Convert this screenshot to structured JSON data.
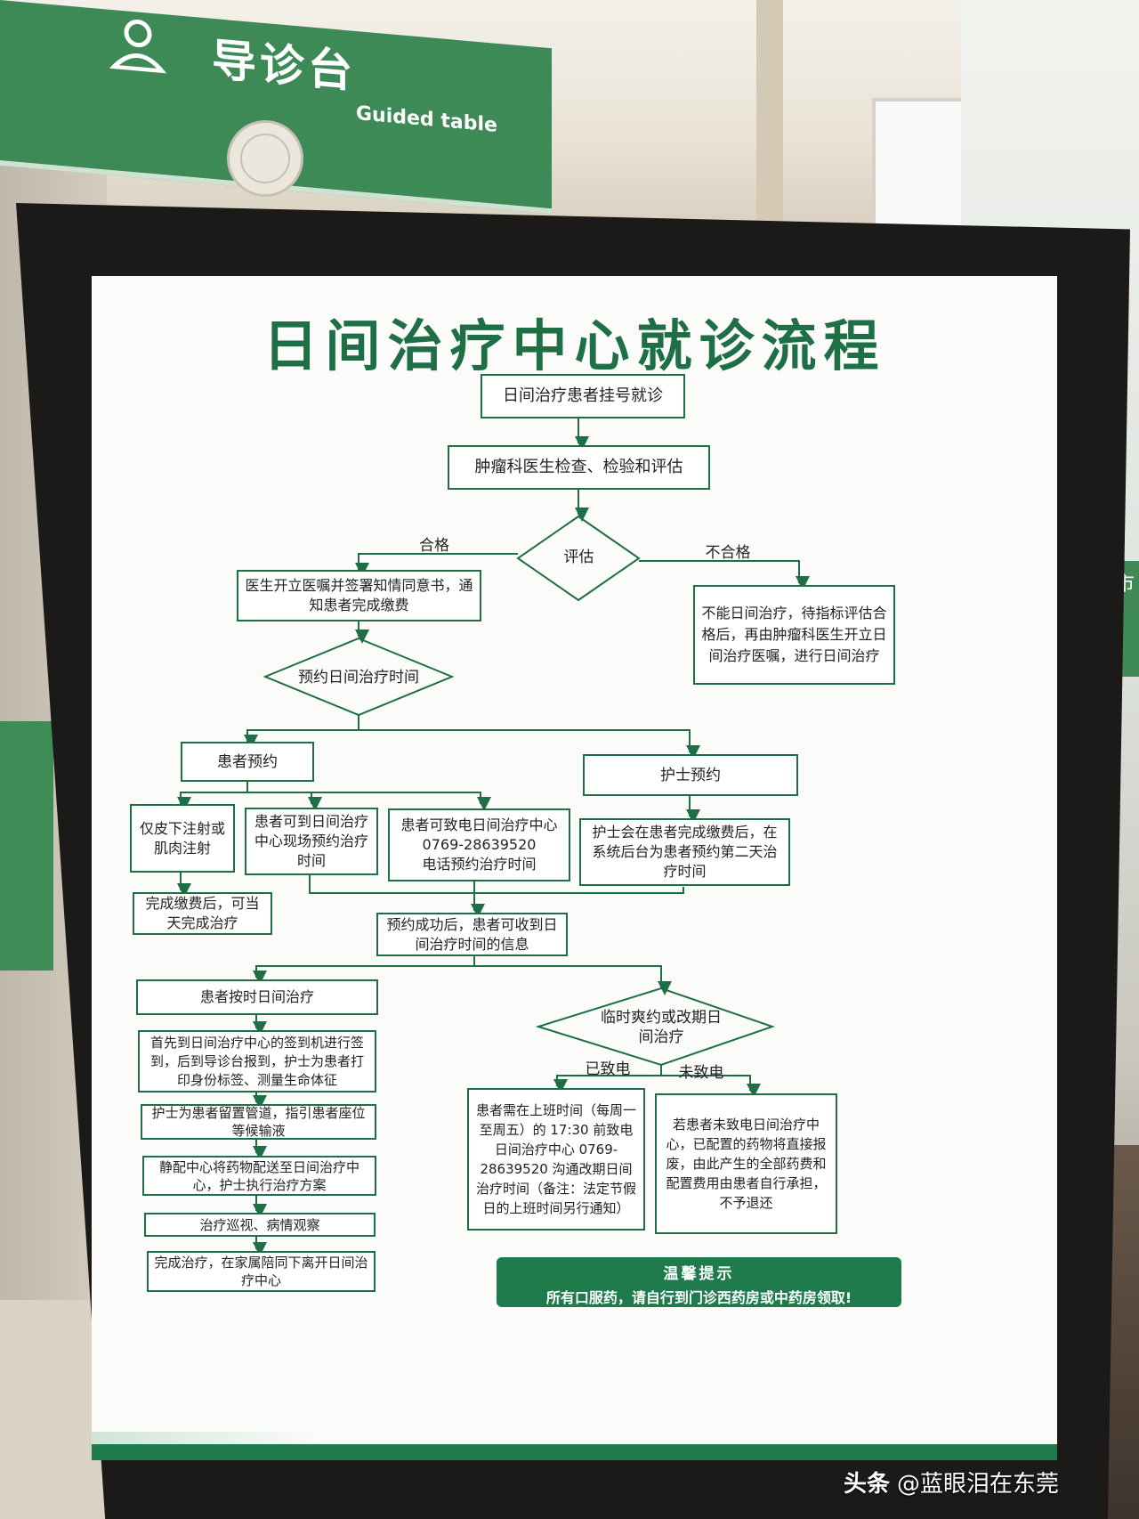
{
  "sign": {
    "cn": "导诊台",
    "en": "Guided table"
  },
  "poster": {
    "title": "日间治疗中心就诊流程",
    "steps": {
      "register": "日间治疗患者挂号就诊",
      "exam": "肿瘤科医生检查、检验和评估",
      "evaluate": "评估",
      "pass_label": "合格",
      "fail_label": "不合格",
      "order": "医生开立医嘱并签署知情同意书，通知患者完成缴费",
      "not_eligible": "不能日间治疗，待指标评估合格后，再由肿瘤科医生开立日间治疗医嘱，进行日间治疗",
      "book_time": "预约日间治疗时间",
      "patient_book": "患者预约",
      "nurse_book": "护士预约",
      "injection": "仅皮下注射或肌肉注射",
      "onsite_book": "患者可到日间治疗中心现场预约治疗时间",
      "phone_book_1": "患者可致电日间治疗中心",
      "phone_book_2": "0769-28639520",
      "phone_book_3": "电话预约治疗时间",
      "nurse_detail": "护士会在患者完成缴费后，在系统后台为患者预约第二天治疗时间",
      "same_day": "完成缴费后，可当天完成治疗",
      "booked_info": "预约成功后，患者可收到日间治疗时间的信息",
      "on_time": "患者按时日间治疗",
      "sign_in": "首先到日间治疗中心的签到机进行签到，后到导诊台报到，护士为患者打印身份标签、测量生命体征",
      "cannula": "护士为患者留置管道，指引患者座位等候输液",
      "dispense": "静配中心将药物配送至日间治疗中心，护士执行治疗方案",
      "round": "治疗巡视、病情观察",
      "finish": "完成治疗，在家属陪同下离开日间治疗中心",
      "cancel": "临时爽约或改期日间治疗",
      "called_label": "已致电",
      "not_called_label": "未致电",
      "called_detail": "患者需在上班时间（每周一至周五）的 17:30 前致电日间治疗中心 0769-28639520 沟通改期日间治疗时间（备注：法定节假日的上班时间另行通知）",
      "not_called_detail": "若患者未致电日间治疗中心，已配置的药物将直接报废，由此产生的全部药费和配置费用由患者自行承担，不予退还"
    },
    "tip": {
      "title": "温馨提示",
      "text": "所有口服药，请自行到门诊西药房或中药房领取!"
    }
  },
  "watermark": {
    "brand": "头条",
    "handle": "@蓝眼泪在东莞"
  },
  "right_sign_text": "东莞市人",
  "colors": {
    "primary_green": "#1f6f46",
    "sign_green": "#3d8a57",
    "frame": "#1b1a18"
  }
}
